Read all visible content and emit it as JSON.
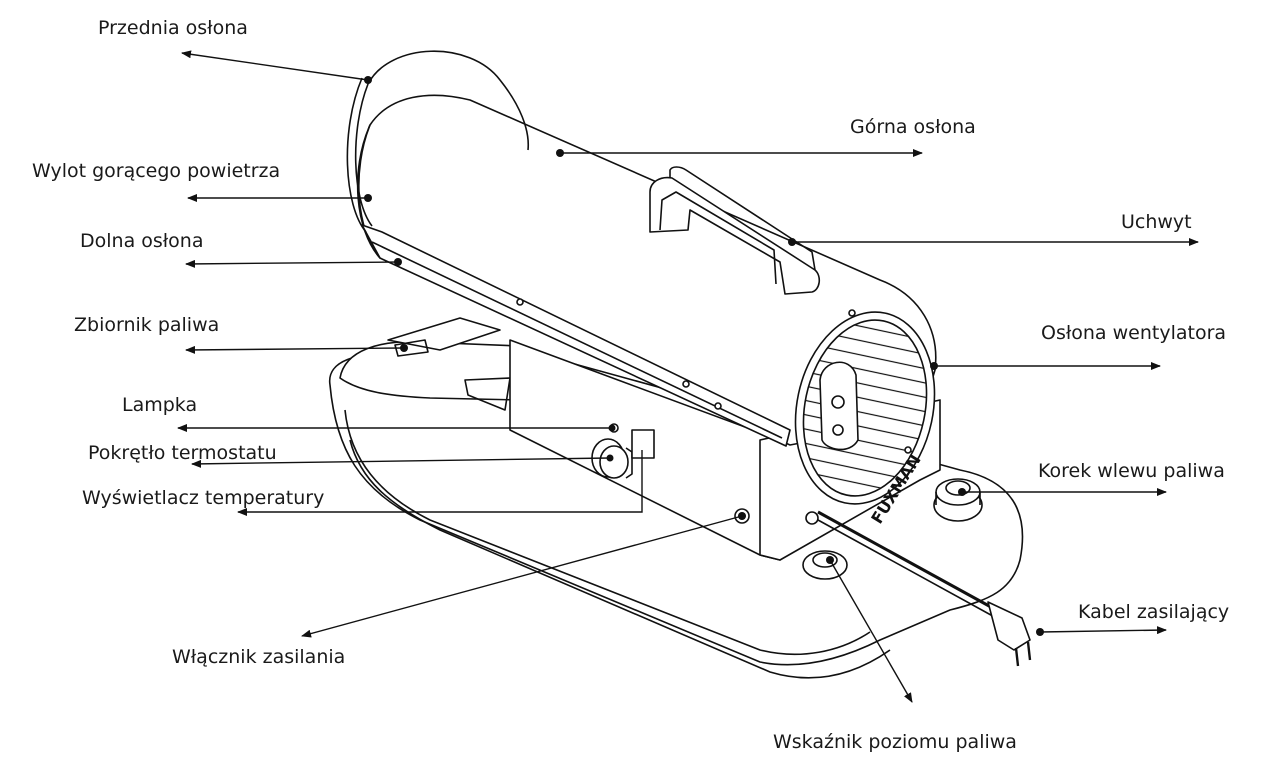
{
  "labels": {
    "front_cover": "Przednia osłona",
    "hot_air_outlet": "Wylot gorącego powietrza",
    "lower_cover": "Dolna osłona",
    "fuel_tank": "Zbiornik paliwa",
    "lamp": "Lampka",
    "thermostat_knob": "Pokrętło termostatu",
    "temp_display": "Wyświetlacz temperatury",
    "power_switch": "Włącznik zasilania",
    "top_cover": "Górna osłona",
    "handle": "Uchwyt",
    "fan_guard": "Osłona wentylatora",
    "fuel_cap": "Korek wlewu paliwa",
    "power_cable": "Kabel zasilający",
    "fuel_gauge": "Wskaźnik poziomu paliwa"
  },
  "brand_text": "FUXMAN",
  "colors": {
    "line": "#111111",
    "fill": "#ffffff"
  }
}
